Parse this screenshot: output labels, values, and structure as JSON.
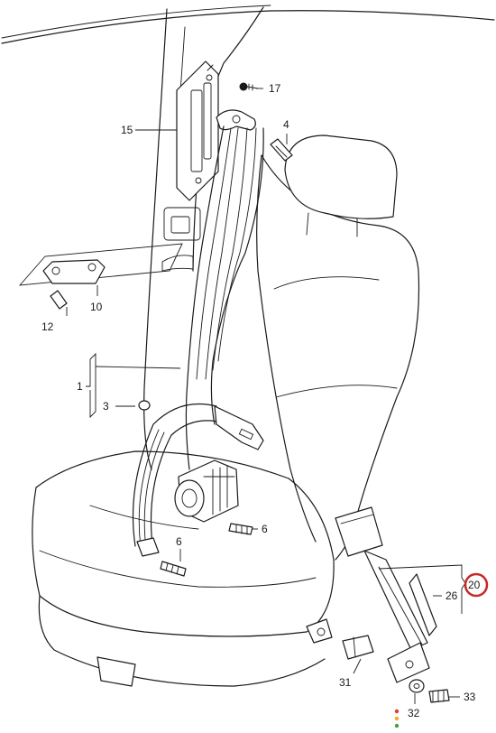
{
  "callouts": {
    "c1": "1",
    "c3": "3",
    "c4": "4",
    "c6a": "6",
    "c6b": "6",
    "c10": "10",
    "c12": "12",
    "c15": "15",
    "c17": "17",
    "c20": "20",
    "c26": "26",
    "c31": "31",
    "c32": "32",
    "c33": "33"
  },
  "colors": {
    "highlight_ring": "#c62828",
    "dot_red": "#e53935",
    "dot_amber": "#f9a825",
    "dot_green": "#43a047"
  },
  "highlighted_callout": "20"
}
